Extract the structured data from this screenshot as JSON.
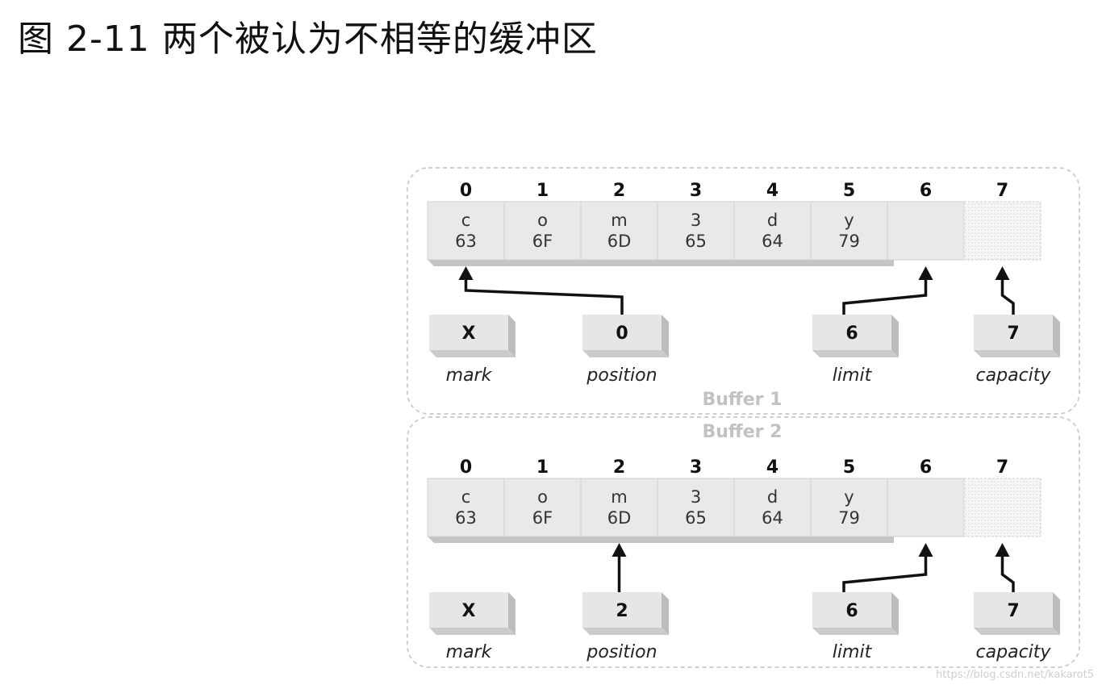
{
  "title": "图 2-11 两个被认为不相等的缓冲区",
  "watermark": "https://blog.csdn.net/kakarot5",
  "buffers": [
    {
      "name": "Buffer 1",
      "indices": [
        "0",
        "1",
        "2",
        "3",
        "4",
        "5",
        "6",
        "7"
      ],
      "cells": [
        {
          "char": "c",
          "hex": "63"
        },
        {
          "char": "o",
          "hex": "6F"
        },
        {
          "char": "m",
          "hex": "6D"
        },
        {
          "char": "3",
          "hex": "65"
        },
        {
          "char": "d",
          "hex": "64"
        },
        {
          "char": "y",
          "hex": "79"
        },
        {
          "char": "",
          "hex": ""
        },
        {
          "char": "",
          "hex": ""
        }
      ],
      "markers": [
        {
          "label": "mark",
          "value": "X",
          "points_to": null
        },
        {
          "label": "position",
          "value": "0",
          "points_to": 0
        },
        {
          "label": "limit",
          "value": "6",
          "points_to": 6
        },
        {
          "label": "capacity",
          "value": "7",
          "points_to": 7
        }
      ]
    },
    {
      "name": "Buffer 2",
      "indices": [
        "0",
        "1",
        "2",
        "3",
        "4",
        "5",
        "6",
        "7"
      ],
      "cells": [
        {
          "char": "c",
          "hex": "63"
        },
        {
          "char": "o",
          "hex": "6F"
        },
        {
          "char": "m",
          "hex": "6D"
        },
        {
          "char": "3",
          "hex": "65"
        },
        {
          "char": "d",
          "hex": "64"
        },
        {
          "char": "y",
          "hex": "79"
        },
        {
          "char": "",
          "hex": ""
        },
        {
          "char": "",
          "hex": ""
        }
      ],
      "markers": [
        {
          "label": "mark",
          "value": "X",
          "points_to": null
        },
        {
          "label": "position",
          "value": "2",
          "points_to": 2
        },
        {
          "label": "limit",
          "value": "6",
          "points_to": 6
        },
        {
          "label": "capacity",
          "value": "7",
          "points_to": 7
        }
      ]
    }
  ]
}
